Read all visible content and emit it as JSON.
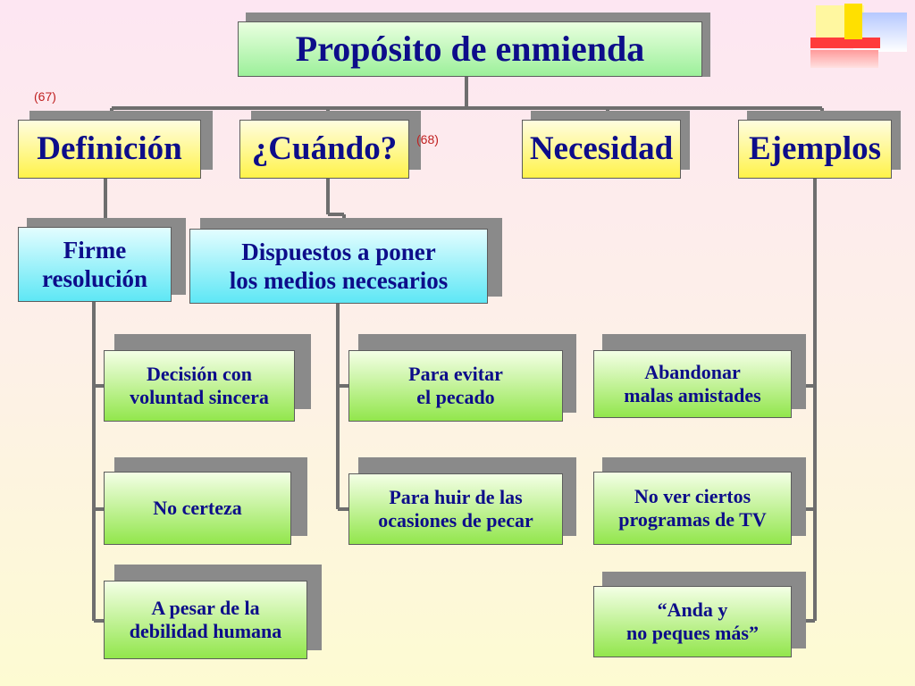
{
  "title": "Propósito de enmienda",
  "refs": {
    "ref_67": "(67)",
    "ref_68": "(68)"
  },
  "headings": {
    "definicion": "Definición",
    "cuando": "¿Cuándo?",
    "necesidad": "Necesidad",
    "ejemplos": "Ejemplos"
  },
  "definicion": {
    "main": [
      "Firme",
      "resolución"
    ],
    "items": [
      [
        "Decisión con",
        "voluntad sincera"
      ],
      [
        "No certeza"
      ],
      [
        "A pesar de la",
        "debilidad humana"
      ]
    ]
  },
  "cuando": {
    "main": [
      "Dispuestos a poner",
      "los medios necesarios"
    ],
    "items": [
      [
        "Para evitar",
        "el pecado"
      ],
      [
        "Para huir de las",
        "ocasiones de pecar"
      ]
    ]
  },
  "ejemplos": {
    "items": [
      [
        "Abandonar",
        "malas amistades"
      ],
      [
        "No ver ciertos",
        "programas de TV"
      ],
      [
        "“Anda y",
        "no peques más”"
      ]
    ]
  },
  "colors": {
    "connector": "#6e6e6e",
    "text": "#0d0d8a",
    "ref": "#c02020"
  }
}
